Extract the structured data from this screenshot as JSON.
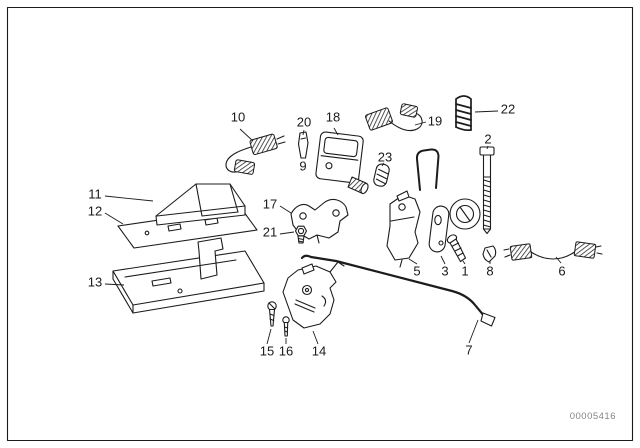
{
  "figure": {
    "drawing_number": "00005416"
  },
  "colors": {
    "ink": "#1c1c1c",
    "background": "#ffffff"
  },
  "labels": {
    "p1": {
      "text": "1"
    },
    "p2": {
      "text": "2"
    },
    "p3": {
      "text": "3"
    },
    "p5": {
      "text": "5"
    },
    "p6": {
      "text": "6"
    },
    "p7": {
      "text": "7"
    },
    "p8": {
      "text": "8"
    },
    "p9": {
      "text": "9"
    },
    "p10": {
      "text": "10"
    },
    "p11": {
      "text": "11"
    },
    "p12": {
      "text": "12"
    },
    "p13": {
      "text": "13"
    },
    "p14": {
      "text": "14"
    },
    "p15": {
      "text": "15"
    },
    "p16": {
      "text": "16"
    },
    "p17": {
      "text": "17"
    },
    "p18": {
      "text": "18"
    },
    "p19": {
      "text": "19"
    },
    "p20": {
      "text": "20"
    },
    "p21": {
      "text": "21"
    },
    "p22": {
      "text": "22"
    },
    "p23": {
      "text": "23"
    }
  }
}
